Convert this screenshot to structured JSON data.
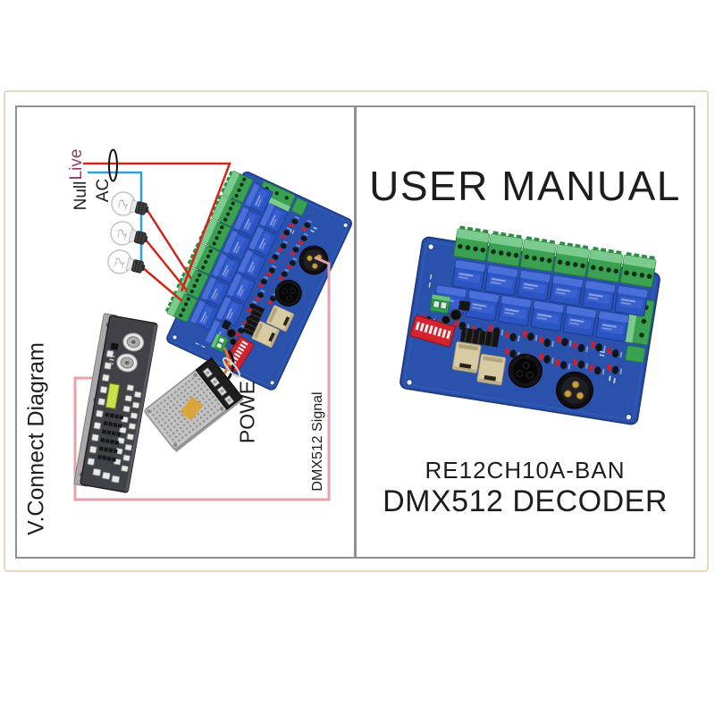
{
  "page": {
    "background": "#ffffff",
    "frame_color": "#e7d8bf",
    "panel_border_color": "#909090"
  },
  "left_panel": {
    "title": "V.Connect Diagram",
    "labels": {
      "live": "Live",
      "neutral": "Null",
      "ac": "AC",
      "power_supply": "POWE",
      "dmx_signal": "DMX512 Signal"
    },
    "wire_colors": {
      "live": "#d2251c",
      "neutral": "#2f9fe0",
      "dmx_signal_path": "#e9a0a8",
      "power_orange": "#e07818",
      "power_black": "#141414",
      "live_label_text": "#963a68"
    }
  },
  "right_panel": {
    "title": "USER MANUAL",
    "model": "RE12CH10A-BAN",
    "product": "DMX512 DECODER"
  }
}
